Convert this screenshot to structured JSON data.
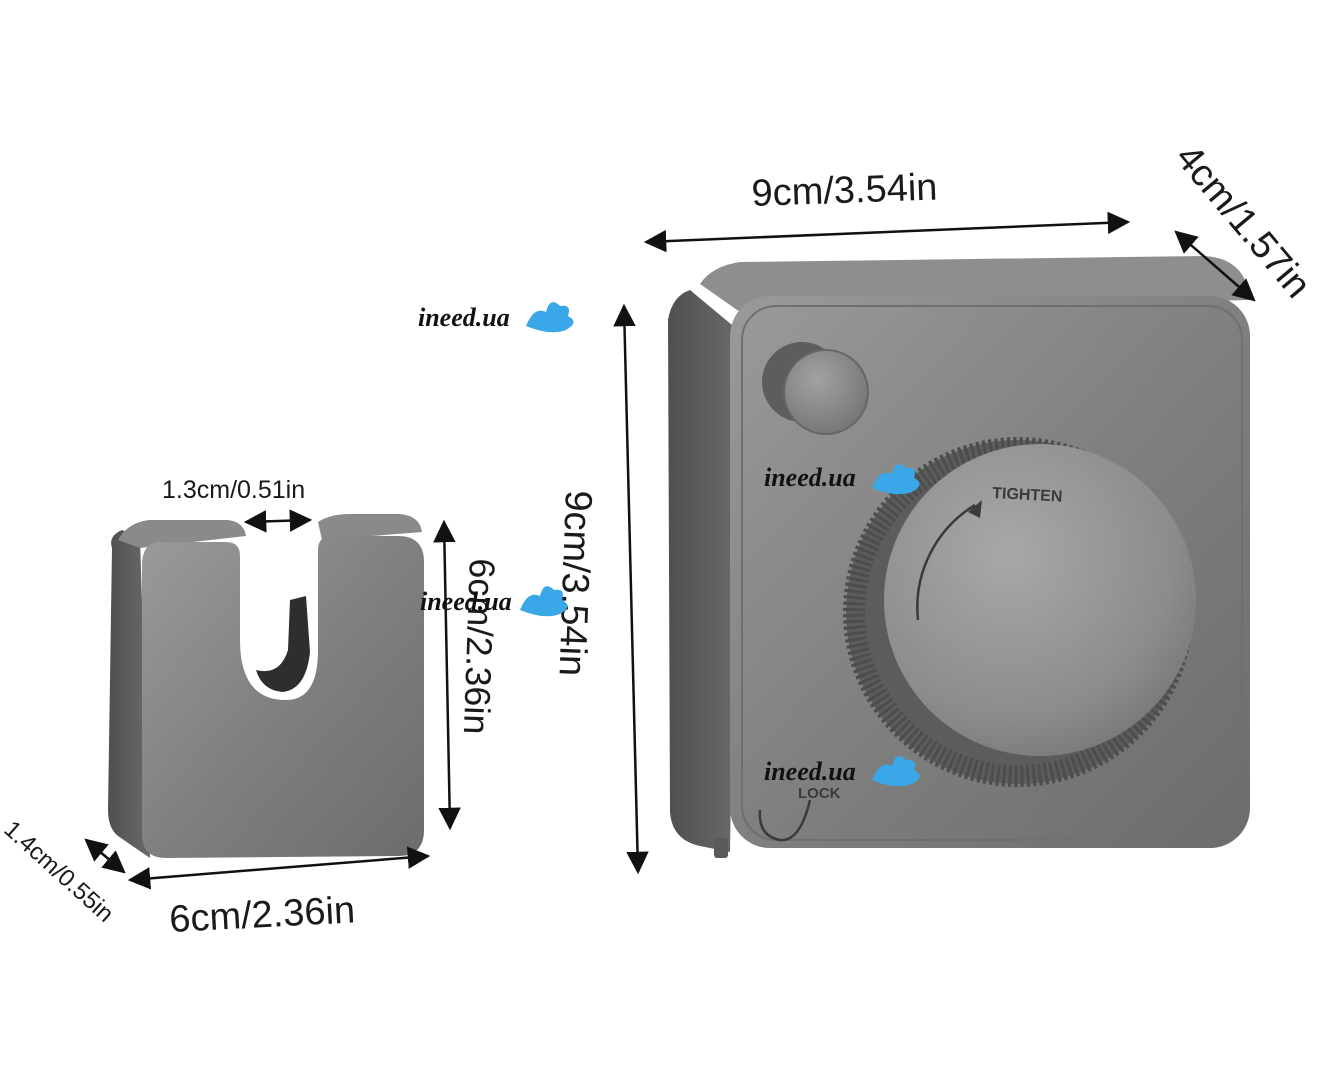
{
  "watermark": {
    "text": "ineed.ua",
    "splash_color": "#3aa8e8"
  },
  "large_unit": {
    "width_label": "9cm/3.54in",
    "height_label": "9cm/3.54in",
    "depth_label": "4cm/1.57in",
    "dial_text": "TIGHTEN",
    "lock_text": "LOCK",
    "body_color": "#7d7d7b"
  },
  "small_unit": {
    "slot_label": "1.3cm/0.51in",
    "height_label": "6cm/2.36in",
    "width_label": "6cm/2.36in",
    "depth_label": "1.4cm/0.55in"
  }
}
